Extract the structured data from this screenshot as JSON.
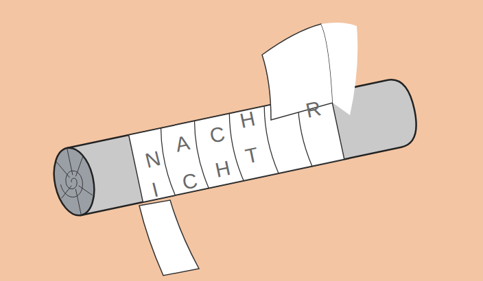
{
  "diagram": {
    "labels": [
      "N",
      "A",
      "C",
      "H",
      "R",
      "I",
      "C",
      "H",
      "T"
    ]
  }
}
